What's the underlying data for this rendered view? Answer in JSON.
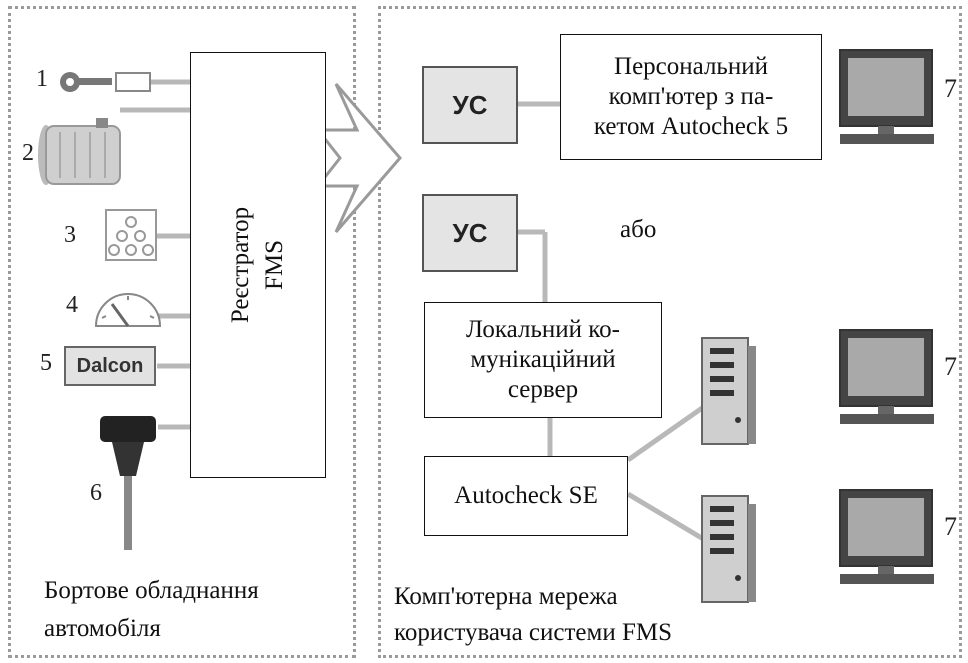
{
  "left_panel": {
    "caption_line1": "Бортове обладнання",
    "caption_line2": "автомобіля",
    "recorder_label": "Реєстратор FMS",
    "items": [
      "1",
      "2",
      "3",
      "4",
      "5",
      "6"
    ],
    "dalcon_label": "Dalcon"
  },
  "right_panel": {
    "caption_line1": "Комп'ютерна мережа",
    "caption_line2": "користувача системи FMS",
    "us_label": "УС",
    "pc_box_line1": "Персональний",
    "pc_box_line2": "комп'ютер з па-",
    "pc_box_line3": "кетом Autocheck 5",
    "or_label": "або",
    "server_box_line1": "Локальний ко-",
    "server_box_line2": "мунікаційний",
    "server_box_line3": "сервер",
    "autocheck_se": "Autocheck SE",
    "monitor_number": "7"
  }
}
